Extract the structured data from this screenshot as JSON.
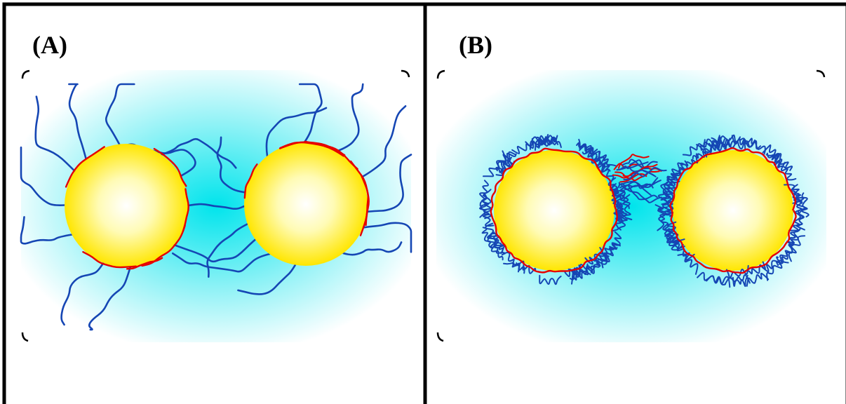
{
  "panels": [
    {
      "label": "(A)",
      "state": "extended brushes"
    },
    {
      "label": "(B)",
      "state": "collapsed brushes"
    }
  ],
  "colors": {
    "frame": "#000000",
    "solvent": "#00e5ee",
    "particle_core": "#ffffff",
    "particle_edge": "#ffe600",
    "polymer_chain": "#1546b4",
    "anchor_segment": "#e60000"
  }
}
